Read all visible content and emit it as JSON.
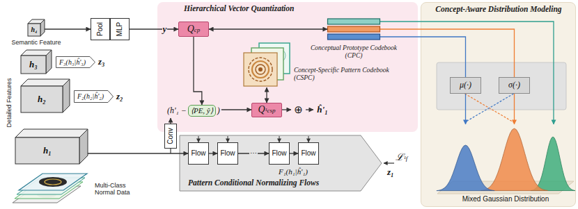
{
  "diagram": {
    "nodes": [
      {
        "text": [
          "Hierarchical Vector Quantization"
        ]
      },
      {
        "text": [
          "Concept-Aware Distribution Modeling"
        ]
      },
      {
        "text": [
          "h₄",
          "Semantic Feature"
        ]
      },
      {
        "text": [
          "Pool"
        ]
      },
      {
        "text": [
          "MLP"
        ]
      },
      {
        "text": [
          "Qcp"
        ],
        "in": 0
      },
      {
        "text": [
          "Conceptual Prototype Codebook (CPC)"
        ],
        "in": 0
      },
      {
        "text": [
          "Concept-Specific Pattern Codebook (CSPC)"
        ],
        "in": 0
      },
      {
        "text": [
          "h₃"
        ]
      },
      {
        "text": [
          "F₃(h₃|ĥ'₃)"
        ]
      },
      {
        "text": [
          "h₂"
        ]
      },
      {
        "text": [
          "F₂(h₂|ĥ'₂)"
        ]
      },
      {
        "text": [
          "(h'₁ −",
          ")"
        ],
        "in": 0
      },
      {
        "text": [
          "⟨PE, ŷ⟩"
        ],
        "in": 12
      },
      {
        "text": [
          "Q¹csp"
        ],
        "in": 0
      },
      {
        "text": [
          "⊕"
        ],
        "in": 0
      },
      {
        "text": [
          "ĥ'₁"
        ],
        "in": 0
      },
      {
        "text": [
          "h₁"
        ]
      },
      {
        "text": [
          "Conv"
        ]
      },
      {
        "text": [
          "F₁(h₁|ĥ'₁)",
          "Pattern Conditional Normalizing Flows"
        ]
      },
      {
        "text": [
          "Flow"
        ],
        "in": 19
      },
      {
        "text": [
          "Flow"
        ],
        "in": 19
      },
      {
        "text": [
          "Flow"
        ],
        "in": 19
      },
      {
        "text": [
          "Flow"
        ],
        "in": 19
      },
      {
        "text": [
          "μ(·)"
        ],
        "in": 1
      },
      {
        "text": [
          "σ(·)"
        ],
        "in": 1
      },
      {
        "text": [
          "Mixed Gaussian Distribution"
        ],
        "in": 1
      }
    ],
    "edges": [
      {
        "from": 2,
        "to": 3,
        "arrow": "to"
      },
      {
        "from": 4,
        "to": 5,
        "label": "y",
        "arrow": "to"
      },
      {
        "from": 5,
        "to": 6,
        "arrow": "both"
      },
      {
        "from": 5,
        "to": 13,
        "arrow": "to"
      },
      {
        "from": 7,
        "to": 14,
        "arrow": "both"
      },
      {
        "from": 18,
        "to": 12,
        "arrow": "to"
      },
      {
        "from": 12,
        "to": 14,
        "arrow": "to"
      },
      {
        "from": 14,
        "to": 15,
        "arrow": "to"
      },
      {
        "from": 15,
        "to": 16,
        "arrow": "to"
      },
      {
        "from": 17,
        "to": 20,
        "arrow": "to"
      },
      {
        "from": 20,
        "to": 21,
        "arrow": "to"
      },
      {
        "from": 21,
        "to": 22,
        "label": "⋯",
        "arrow": "to"
      },
      {
        "from": 22,
        "to": 23,
        "arrow": "to"
      },
      {
        "from": 6,
        "to": 24,
        "arrow": "none"
      },
      {
        "from": 6,
        "to": 25,
        "arrow": "none"
      },
      {
        "from": 6,
        "to": 26,
        "arrow": "to"
      },
      {
        "from": 24,
        "to": 26,
        "arrow": "to"
      },
      {
        "from": 25,
        "to": 26,
        "arrow": "to"
      }
    ],
    "labels": [
      "Detailed Features",
      "Multi-Class Normal Data",
      "z₃",
      "z₂",
      "ℒ¹f",
      "z₁"
    ]
  }
}
